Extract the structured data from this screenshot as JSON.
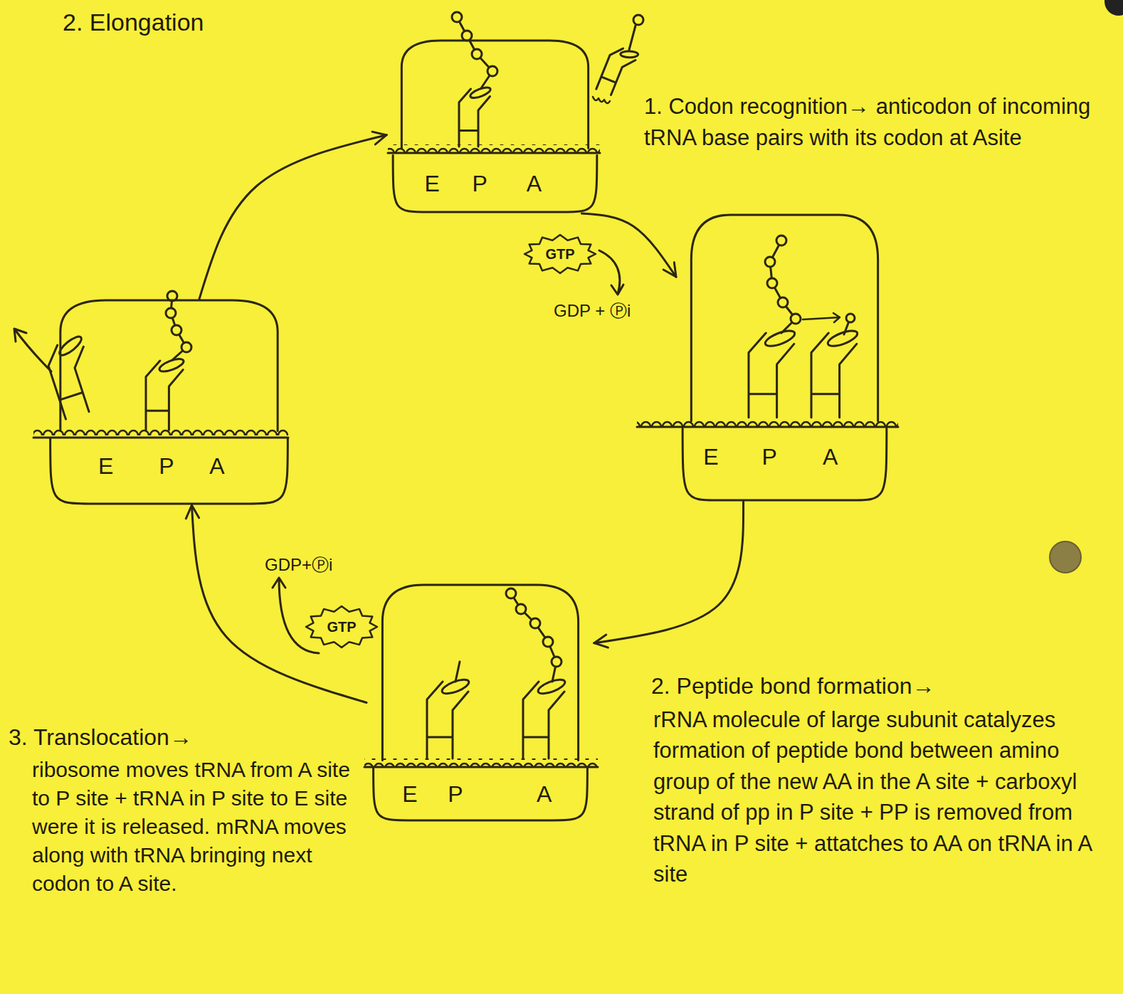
{
  "diagram": {
    "title": "2. Elongation",
    "nodes": [
      {
        "text": [
          "E",
          "P",
          "A"
        ]
      },
      {
        "text": [
          "GTP"
        ]
      },
      {
        "text": [
          "E",
          "P",
          "A"
        ]
      },
      {
        "text": [
          "E",
          "P",
          "A"
        ]
      },
      {
        "text": [
          "GTP"
        ]
      },
      {
        "text": [
          "E",
          "P",
          "A"
        ]
      }
    ],
    "edges": [
      {
        "from": 0,
        "to": 2,
        "arrow": "to"
      },
      {
        "from": 2,
        "to": 3,
        "arrow": "to"
      },
      {
        "from": 3,
        "to": 5,
        "arrow": "to"
      },
      {
        "from": 5,
        "to": 0,
        "arrow": "to"
      }
    ],
    "labels": [
      "1. Codon recognition→ anticodon of incoming tRNA base pairs with its codon at Asite",
      "GDP + Ⓟi",
      "GDP+Ⓟi",
      "2. Peptide bond formation→",
      "rRNA molecule of large subunit catalyzes formation of peptide bond between amino group of the new AA in the A site + carboxyl strand of pp in P site + PP is removed from tRNA in P site + attatches to AA on tRNA in A site",
      "3. Translocation→",
      "ribosome moves tRNA from A site to P site + tRNA in P site to E site were it is released. mRNA moves along with tRNA bringing next codon to A site."
    ]
  }
}
